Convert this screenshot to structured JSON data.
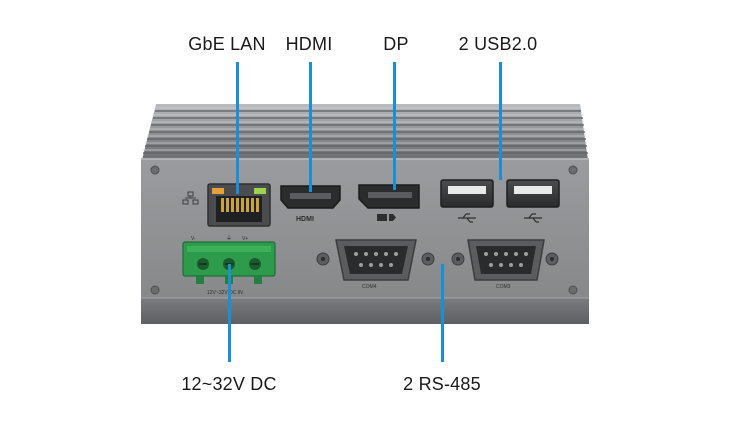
{
  "labels": {
    "gbe_lan": "GbE LAN",
    "hdmi": "HDMI",
    "dp": "DP",
    "usb": "2 USB2.0",
    "dc": "12~32V DC",
    "rs485": "2 RS-485"
  },
  "panel_text": {
    "dc_in": "12V~32V DC IN",
    "com4": "COM4",
    "com3": "COM3",
    "pin_vminus": "V-",
    "pin_gnd": "⏚",
    "pin_vplus": "V+",
    "hdmi_logo": "HDMI"
  },
  "colors": {
    "callout": "#1a8fd6",
    "terminal_block": "#2e9a4b",
    "chassis": "#8e9093"
  }
}
